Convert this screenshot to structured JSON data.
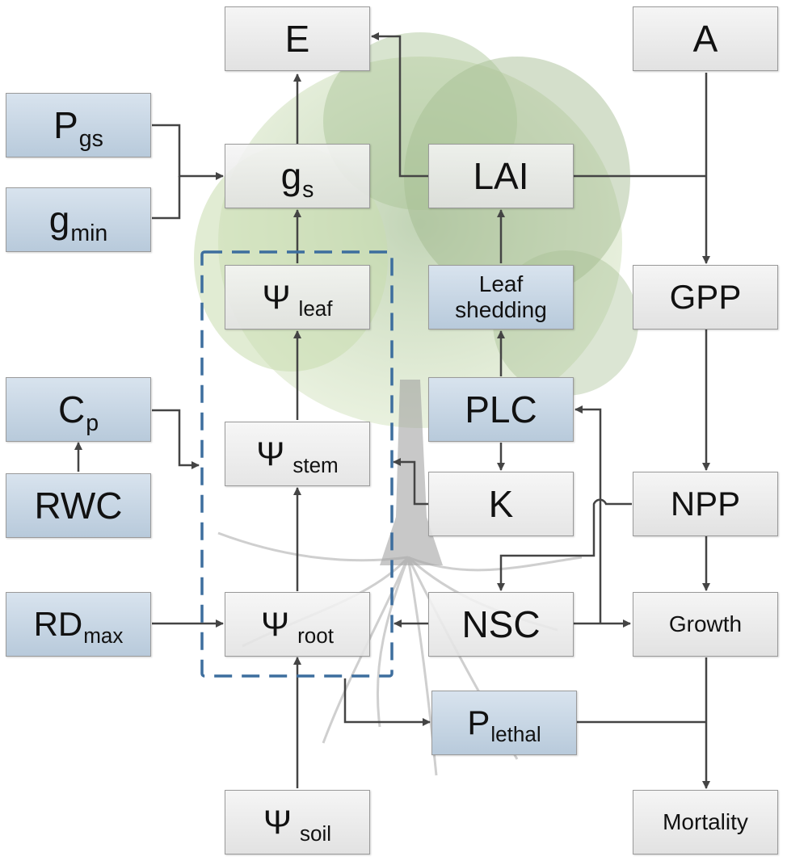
{
  "colors": {
    "box_grey": "#e8e8e8",
    "box_blue": "#c6d5e3",
    "box_border": "#9a9a9a",
    "arrow": "#444444",
    "dashed_border": "#3d6e9e"
  },
  "background_image": "tree-silhouette",
  "nodes": {
    "E": {
      "main": "E"
    },
    "A": {
      "main": "A"
    },
    "Pgs": {
      "main": "P",
      "sub": "gs"
    },
    "gmin": {
      "main": "g",
      "sub": "min"
    },
    "gs": {
      "main": "g",
      "sub": "s"
    },
    "LAI": {
      "main": "LAI"
    },
    "psi_leaf": {
      "main": "Ψ",
      "sub": "leaf"
    },
    "leaf_shedding": {
      "line1": "Leaf",
      "line2": "shedding"
    },
    "GPP": {
      "main": "GPP"
    },
    "Cp": {
      "main": "C",
      "sub": "p"
    },
    "PLC": {
      "main": "PLC"
    },
    "psi_stem": {
      "main": "Ψ",
      "sub": "stem"
    },
    "RWC": {
      "main": "RWC"
    },
    "K": {
      "main": "K"
    },
    "NPP": {
      "main": "NPP"
    },
    "RDmax": {
      "main": "RD",
      "sub": "max"
    },
    "psi_root": {
      "main": "Ψ",
      "sub": "root"
    },
    "NSC": {
      "main": "NSC"
    },
    "Growth": {
      "main": "Growth"
    },
    "Plethal": {
      "main": "P",
      "sub": "lethal"
    },
    "psi_soil": {
      "main": "Ψ",
      "sub": "soil"
    },
    "Mortality": {
      "main": "Mortality"
    }
  }
}
